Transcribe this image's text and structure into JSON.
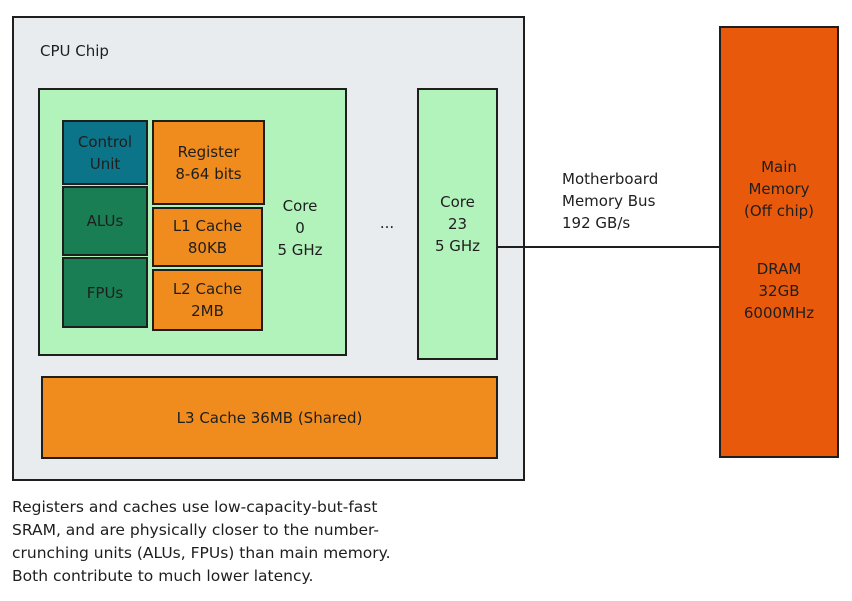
{
  "cpu_chip": {
    "title": "CPU Chip"
  },
  "core0": {
    "control_unit": "Control\nUnit",
    "alus": "ALUs",
    "fpus": "FPUs",
    "registers": "Register\n8-64 bits",
    "l1_cache": "L1 Cache\n80KB",
    "l2_cache": "L2 Cache\n2MB",
    "label": "Core\n0\n5 GHz"
  },
  "ellipsis": "...",
  "core23": {
    "label": "Core\n23\n5 GHz"
  },
  "l3_cache": "L3 Cache 36MB (Shared)",
  "bus": {
    "label": "Motherboard\nMemory Bus\n192 GB/s"
  },
  "main_memory": {
    "label": "Main\nMemory\n(Off chip)",
    "spec": "DRAM\n32GB\n6000MHz"
  },
  "caption": "Registers and caches use low-capacity-but-fast\nSRAM, and are physically closer to the number-\ncrunching units (ALUs, FPUs) than main memory.\nBoth contribute to much lower latency.",
  "colors": {
    "chip_bg": "#e9ecef",
    "core_bg": "#b2f2bb",
    "control_unit": "#0c7489",
    "alu_fpu": "#197e54",
    "cache": "#f08c1e",
    "main_memory": "#e8590c"
  }
}
